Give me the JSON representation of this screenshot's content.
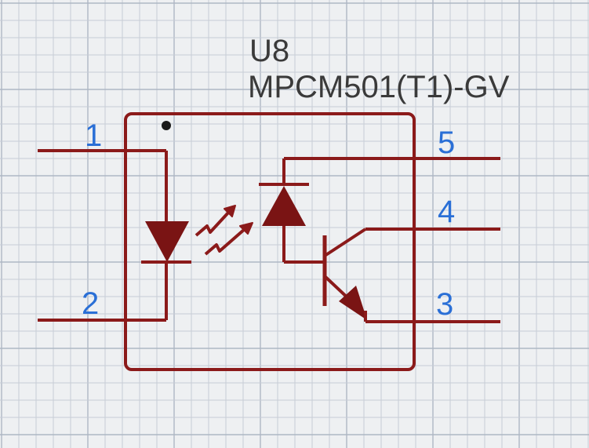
{
  "component": {
    "designator": "U8",
    "part_number": "MPCM501(T1)-GV"
  },
  "pins": {
    "pin1": "1",
    "pin2": "2",
    "pin3": "3",
    "pin4": "4",
    "pin5": "5"
  },
  "colors": {
    "symbol": "#8b1a1a",
    "pin_number": "#2a6fd6",
    "text": "#3a3a3a",
    "grid_minor": "#c7cdd6",
    "grid_major": "#aeb7c4",
    "background": "#eef0f2"
  }
}
